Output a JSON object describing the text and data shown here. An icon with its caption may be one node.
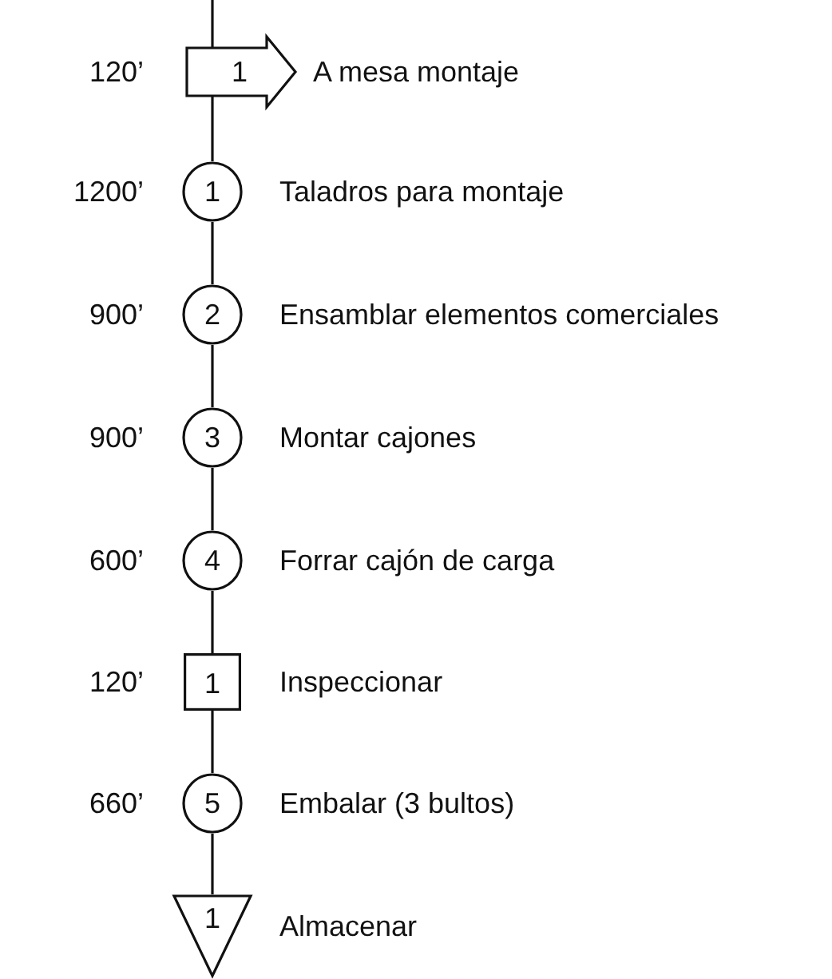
{
  "diagram": {
    "nodes": [
      {
        "text": [
          "1"
        ],
        "beside": [
          "120’",
          "A mesa montaje"
        ]
      },
      {
        "text": [
          "1"
        ],
        "beside": [
          "1200’",
          "Taladros para montaje"
        ]
      },
      {
        "text": [
          "2"
        ],
        "beside": [
          "900’",
          "Ensamblar elementos comerciales"
        ]
      },
      {
        "text": [
          "3"
        ],
        "beside": [
          "900’",
          "Montar cajones"
        ]
      },
      {
        "text": [
          "4"
        ],
        "beside": [
          "600’",
          "Forrar cajón de carga"
        ]
      },
      {
        "text": [
          "1"
        ],
        "beside": [
          "120’",
          "Inspeccionar"
        ]
      },
      {
        "text": [
          "5"
        ],
        "beside": [
          "660’",
          "Embalar (3 bultos)"
        ]
      },
      {
        "text": [
          "1"
        ],
        "beside": [
          "Almacenar"
        ]
      }
    ],
    "edges": [
      {
        "from": null,
        "to": 0,
        "arrow": "none"
      },
      {
        "from": 0,
        "to": 1,
        "arrow": "none"
      },
      {
        "from": 1,
        "to": 2,
        "arrow": "none"
      },
      {
        "from": 2,
        "to": 3,
        "arrow": "none"
      },
      {
        "from": 3,
        "to": 4,
        "arrow": "none"
      },
      {
        "from": 4,
        "to": 5,
        "arrow": "none"
      },
      {
        "from": 5,
        "to": 6,
        "arrow": "none"
      },
      {
        "from": 6,
        "to": 7,
        "arrow": "none"
      }
    ]
  }
}
